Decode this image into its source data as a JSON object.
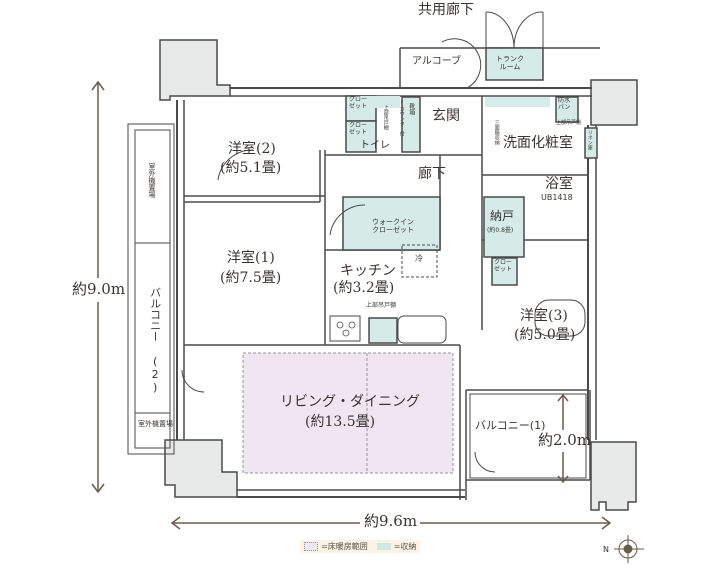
{
  "colors": {
    "wall": "#4a4a4a",
    "structure_fill": "#e8eaea",
    "storage_fill": "#d4ebe8",
    "floor_heating_fill": "#efe6f2",
    "dimension_line": "#6b5b4b",
    "text": "#3a3430"
  },
  "header": {
    "common_corridor": "共用廊下"
  },
  "rooms": {
    "alcove": "アルコーブ",
    "trunk_room": "トランク\nルーム",
    "entrance": "玄関",
    "shoe_box": "靴箱",
    "shoe_box_note": "(カウンター付)",
    "upper_cabinet_toilet": "上部吊戸棚",
    "toilet": "トイレ",
    "closet_a": "クロー\nゼット",
    "closet_b": "クロー\nゼット",
    "waterproof_pan": "防水\nパン",
    "upper_cabinet_wash": "上部吊戸棚",
    "triple_mirror": "三面鏡収納",
    "washroom": "洗面化粧室",
    "linen": "リネン庫",
    "bathroom": "浴室",
    "bathroom_unit": "UB1418",
    "storeroom": "納戸",
    "storeroom_size": "(約0.8畳)",
    "corridor": "廊下",
    "western2": "洋室(2)",
    "western2_size": "(約5.1畳)",
    "western1": "洋室(1)",
    "western1_size": "(約7.5畳)",
    "walkin": "ウォークイン\nクローゼット",
    "fridge": "冷",
    "kitchen": "キッチン",
    "kitchen_size": "(約3.2畳)",
    "upper_cabinet_kitchen": "上部吊戸棚",
    "closet_c": "クロー\nゼット",
    "western3": "洋室(3)",
    "western3_size": "(約5.0畳)",
    "living": "リビング・ダイニング",
    "living_size": "(約13.5畳)",
    "balcony1": "バルコニー(1)",
    "balcony2": "バルコニー\n(2)",
    "ac_unit_top": "室外機置場",
    "ac_unit_bottom": "室外機置場"
  },
  "dimensions": {
    "height": "約9.0m",
    "width": "約9.6m",
    "balcony_depth": "約2.0m"
  },
  "legend": {
    "floor_heating": "=床暖房範囲",
    "storage": "=収納"
  },
  "compass": {
    "north_label": "N"
  }
}
